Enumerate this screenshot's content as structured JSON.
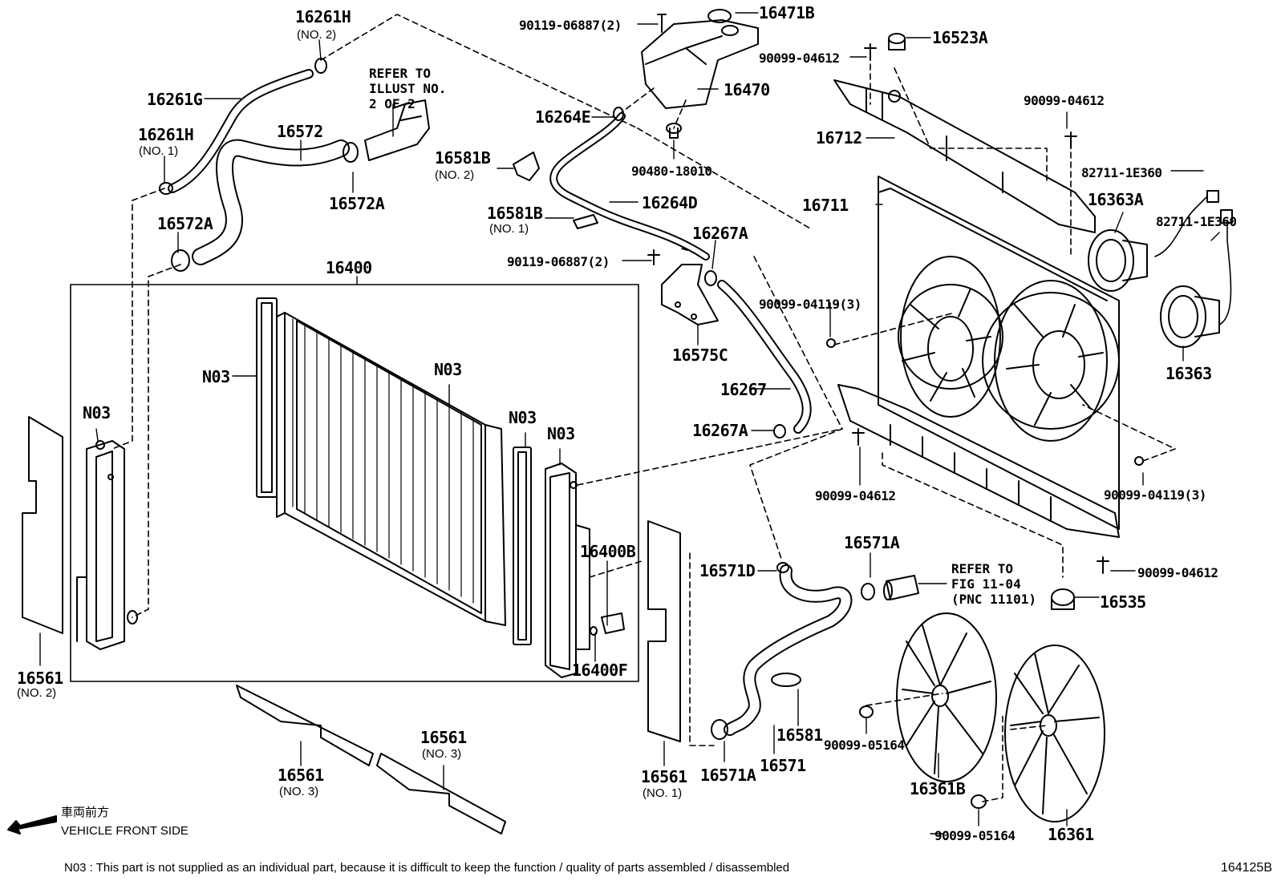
{
  "labels": {
    "p16261H_2": "16261H",
    "p16261H_2_sub": "(NO. 2)",
    "p16261G": "16261G",
    "p16261H_1": "16261H",
    "p16261H_1_sub": "(NO. 1)",
    "p16572": "16572",
    "p16572A_top": "16572A",
    "p16572A_left": "16572A",
    "p90119_top": "90119-06887(2)",
    "p16471B": "16471B",
    "p16470": "16470",
    "p16264E": "16264E",
    "p90480": "90480-18010",
    "p16581B_2": "16581B",
    "p16581B_2_sub": "(NO. 2)",
    "p16581B_1": "16581B",
    "p16581B_1_sub": "(NO. 1)",
    "p16264D": "16264D",
    "p16267A_top": "16267A",
    "p90119_mid": "90119-06887(2)",
    "p16575C": "16575C",
    "p16267": "16267",
    "p16267A_bot": "16267A",
    "p90099_04612_top": "90099-04612",
    "p16523A": "16523A",
    "p90099_04612_r": "90099-04612",
    "p16712": "16712",
    "p82711_a": "82711-1E360",
    "p16363A": "16363A",
    "p82711_b": "82711-1E360",
    "p16711": "16711",
    "p90099_04119_l": "90099-04119(3)",
    "p16363": "16363",
    "p90099_04612_mid": "90099-04612",
    "p90099_04119_r": "90099-04119(3)",
    "p16400": "16400",
    "n03_a": "N03",
    "n03_b": "N03",
    "n03_c": "N03",
    "n03_d": "N03",
    "n03_e": "N03",
    "p16400B": "16400B",
    "p16400F": "16400F",
    "p16561_2": "16561",
    "p16561_2_sub": "(NO. 2)",
    "p16561_3a": "16561",
    "p16561_3a_sub": "(NO. 3)",
    "p16561_3b": "16561",
    "p16561_3b_sub": "(NO. 3)",
    "p16561_1": "16561",
    "p16561_1_sub": "(NO. 1)",
    "p16571D": "16571D",
    "p16571A_top": "16571A",
    "p16571A_bot": "16571A",
    "p16581": "16581",
    "p16571": "16571",
    "p90099_04612_bot": "90099-04612",
    "p16535": "16535",
    "p90099_05164_a": "90099-05164",
    "p16361B": "16361B",
    "p90099_05164_b": "90099-05164",
    "p16361": "16361"
  },
  "refer_illust": "REFER TO\nILLUST NO.\n2 OF 2",
  "refer_fig": "REFER TO\nFIG 11-04\n(PNC 11101)",
  "front_jp": "車両前方",
  "front_en": "VEHICLE FRONT SIDE",
  "footnote": "N03 : This part is not supplied as an individual part, because it is difficult to keep the function / quality of parts assembled / disassembled",
  "figure_code": "164125B"
}
